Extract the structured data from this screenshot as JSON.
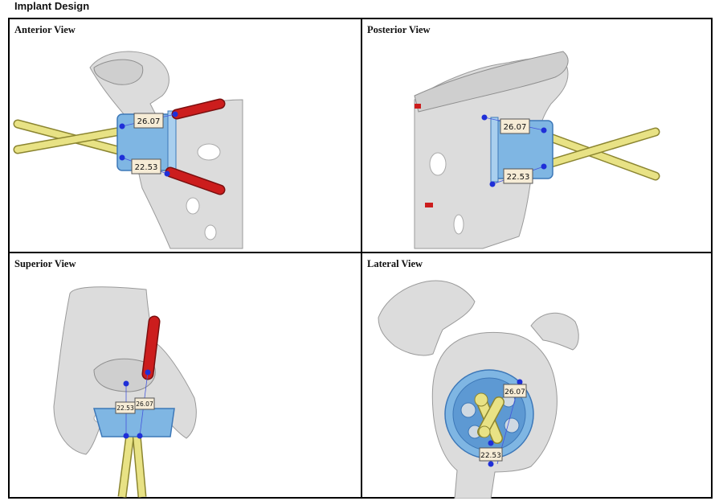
{
  "app": {
    "title": "Implant Design"
  },
  "panels": [
    {
      "title": "Anterior View",
      "measurements": [
        "26.07",
        "22.53"
      ]
    },
    {
      "title": "Posterior View",
      "measurements": [
        "26.07",
        "22.53"
      ]
    },
    {
      "title": "Superior View",
      "measurements": [
        "22.53",
        "26.07"
      ]
    },
    {
      "title": "Lateral View",
      "measurements": [
        "26.07",
        "22.53"
      ]
    }
  ],
  "colors": {
    "bone": "#dcdcdc",
    "bone_shadow": "#9a9a9a",
    "implant": "#7fb6e3",
    "implant_edge": "#3d78b8",
    "screw": "#e8e285",
    "screw_edge": "#8b8530",
    "peg": "#cc1d1d",
    "marker": "#1f2fd8",
    "label_bg": "#f6ecd6"
  }
}
